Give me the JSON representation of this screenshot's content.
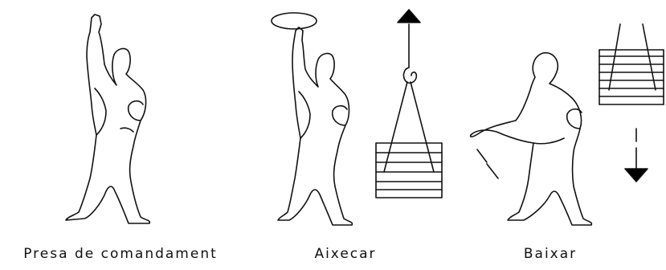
{
  "figure": {
    "signals": [
      {
        "label": "Presa de comandament"
      },
      {
        "label": "Aixecar"
      },
      {
        "label": "Baixar"
      }
    ]
  },
  "colors": {
    "line": "#111111",
    "fill": "#000000",
    "background": "#ffffff"
  }
}
